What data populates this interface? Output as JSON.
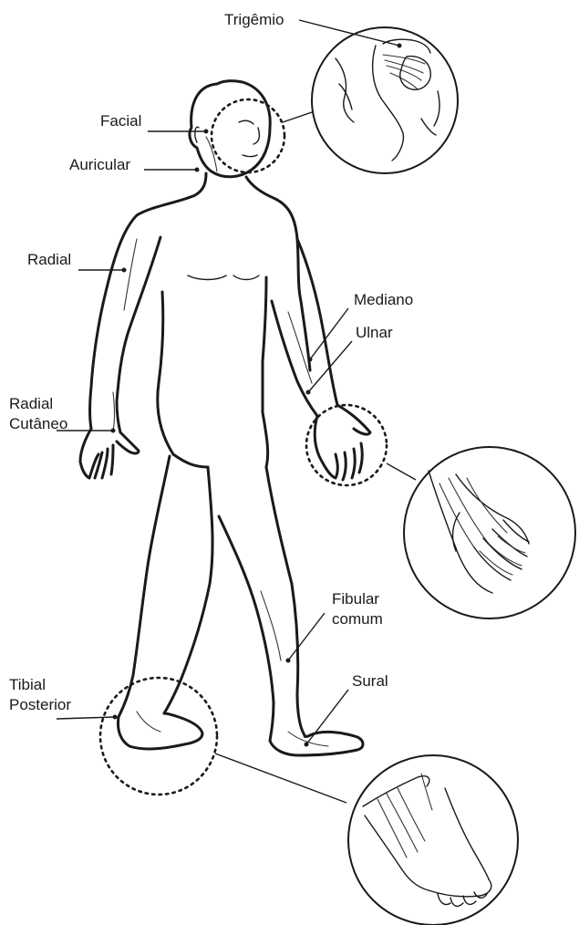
{
  "labels": {
    "trigemio": "Trigêmio",
    "facial": "Facial",
    "auricular": "Auricular",
    "radial": "Radial",
    "mediano": "Mediano",
    "ulnar": "Ulnar",
    "radial_cutaneo_line1": "Radial",
    "radial_cutaneo_line2": "Cutâneo",
    "fibular_line1": "Fibular",
    "fibular_line2": "comum",
    "tibial_line1": "Tibial",
    "tibial_line2": "Posterior",
    "sural": "Sural"
  },
  "colors": {
    "ink": "#1a1a1a",
    "background": "#ffffff"
  }
}
